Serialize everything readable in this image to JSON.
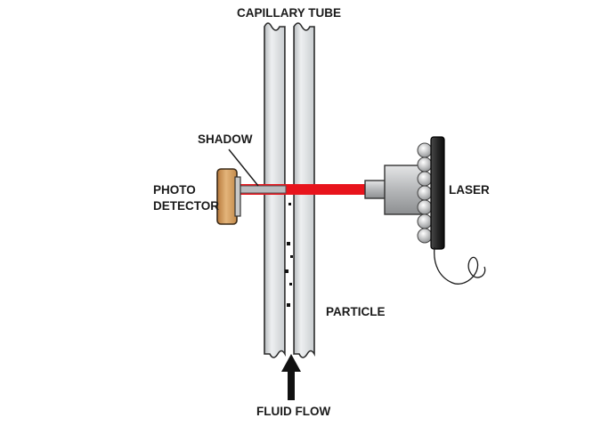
{
  "labels": {
    "capillary_tube": "CAPILLARY TUBE",
    "shadow": "SHADOW",
    "photo_detector_line1": "PHOTO",
    "photo_detector_line2": "DETECTOR",
    "laser": "LASER",
    "particle": "PARTICLE",
    "fluid_flow": "FLUID FLOW"
  },
  "colors": {
    "laser_beam": "#e8141c",
    "detector_body": "#d49a55",
    "tube_fill": "#dfe2e4",
    "laser_housing": "#bfc1c3",
    "laser_back_plate": "#1c1c1c"
  }
}
